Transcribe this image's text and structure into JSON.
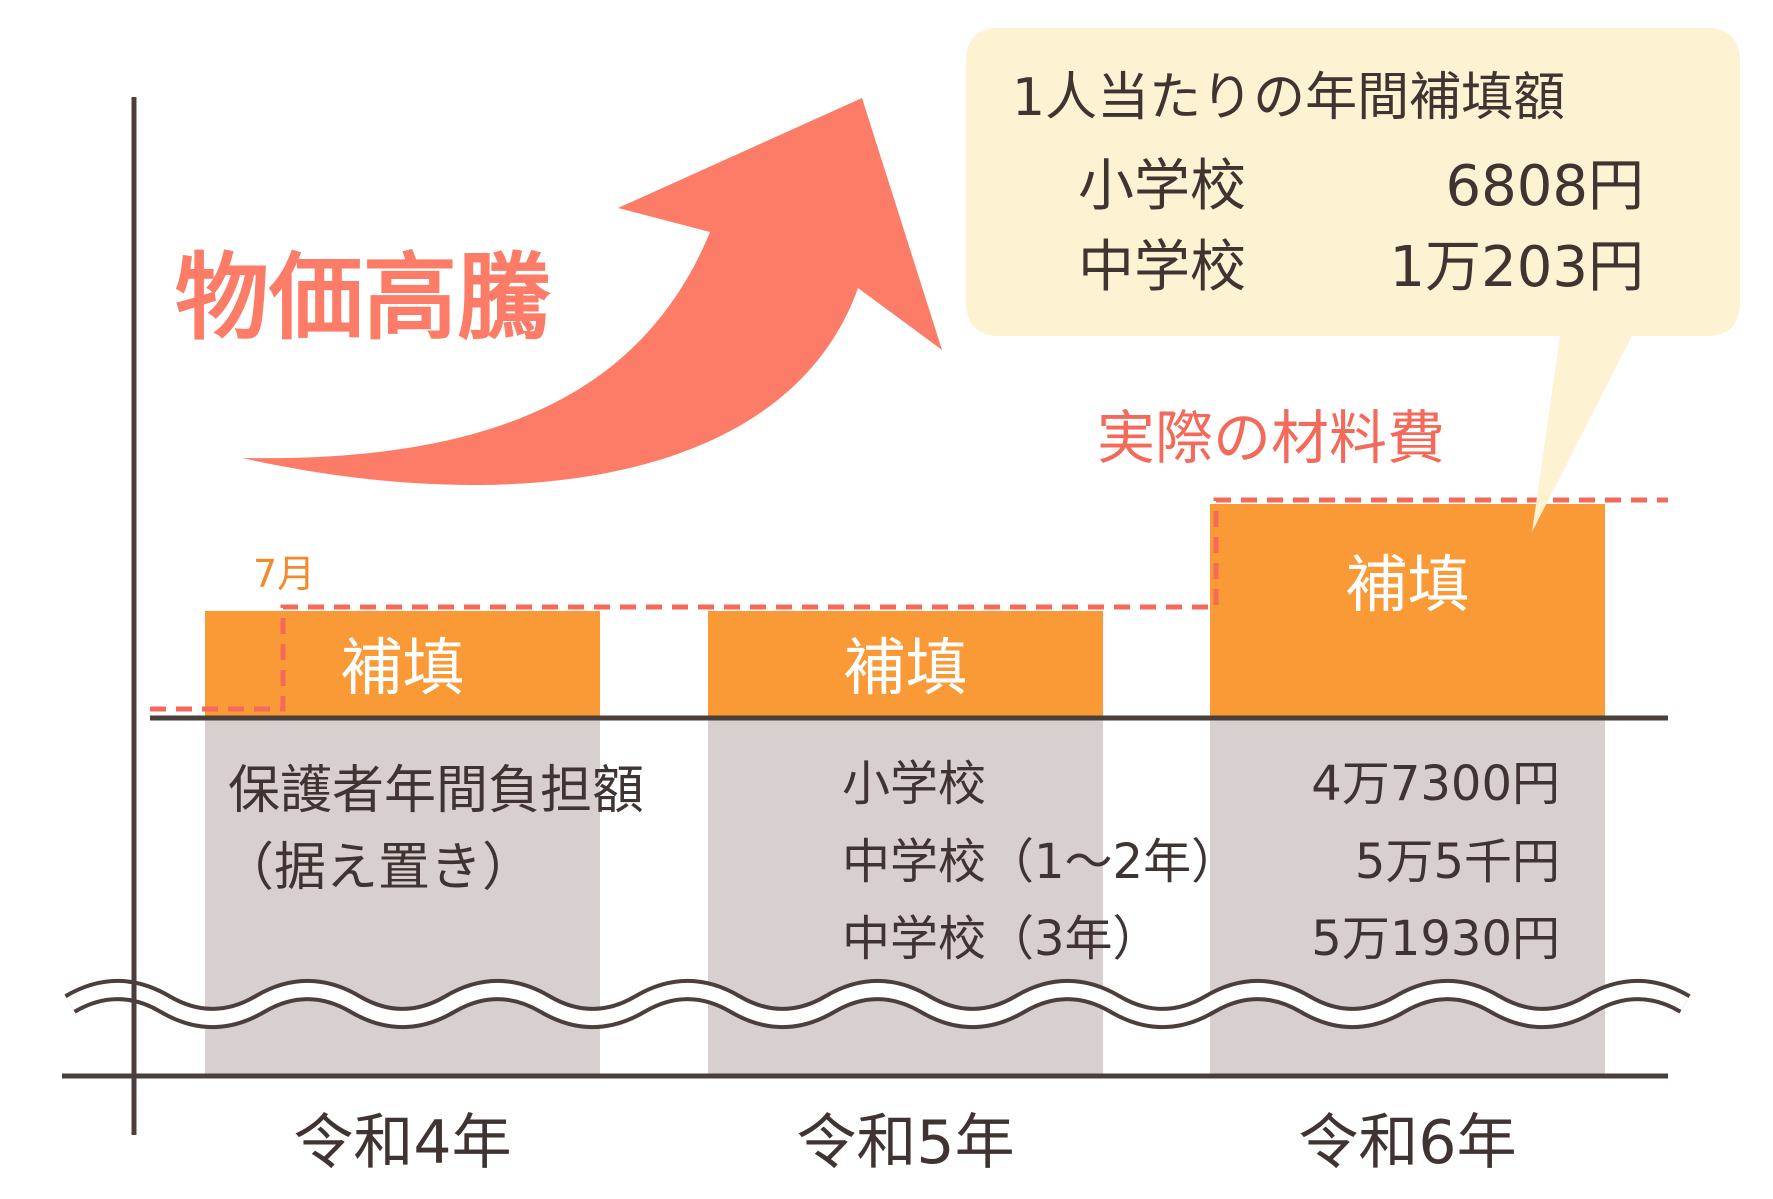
{
  "colors": {
    "axis": "#4a3f3b",
    "arrow": "#fc7c67",
    "subsidy": "#fa9a36",
    "parent": "#d8d0cf",
    "dashed": "#f46a5a",
    "bubble": "#fdf3d2",
    "text_dark": "#3f3432",
    "text_white": "#ffffff",
    "label_7m": "#f48a2c"
  },
  "headline": "物価高騰",
  "label_july": "7月",
  "label_actual_cost": "実際の材料費",
  "subsidy_label": "補填",
  "bubble": {
    "title": "1人当たりの年間補填額",
    "rows": [
      {
        "label": "小学校",
        "value": "6808円"
      },
      {
        "label": "中学校",
        "value": "1万203円"
      }
    ]
  },
  "parent_share": {
    "line1": "保護者年間負担額",
    "line2": "（据え置き）"
  },
  "parent_amounts": [
    {
      "label": "小学校",
      "value": "4万7300円"
    },
    {
      "label": "中学校（1～2年）",
      "value": "5万5千円"
    },
    {
      "label": "中学校（3年）",
      "value": "5万1930円"
    }
  ],
  "chart_data": {
    "type": "bar",
    "categories": [
      "令和4年",
      "令和5年",
      "令和6年"
    ],
    "series": [
      {
        "name": "補填",
        "values": [
          1,
          1,
          2
        ]
      }
    ],
    "annotations": [
      "7月",
      "実際の材料費",
      "物価高騰"
    ]
  }
}
